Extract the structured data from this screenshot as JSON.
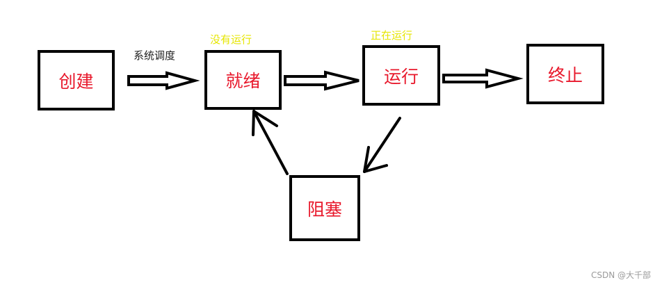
{
  "states": {
    "create": "创建",
    "ready": "就绪",
    "running": "运行",
    "terminate": "终止",
    "blocked": "阻塞"
  },
  "notes": {
    "ready_note": "没有运行",
    "running_note": "正在运行",
    "dispatch": "系统调度"
  },
  "watermark": "CSDN @大千部",
  "colors": {
    "state_text": "#e8192c",
    "note_yellow": "#e6e600",
    "border": "#000000"
  }
}
